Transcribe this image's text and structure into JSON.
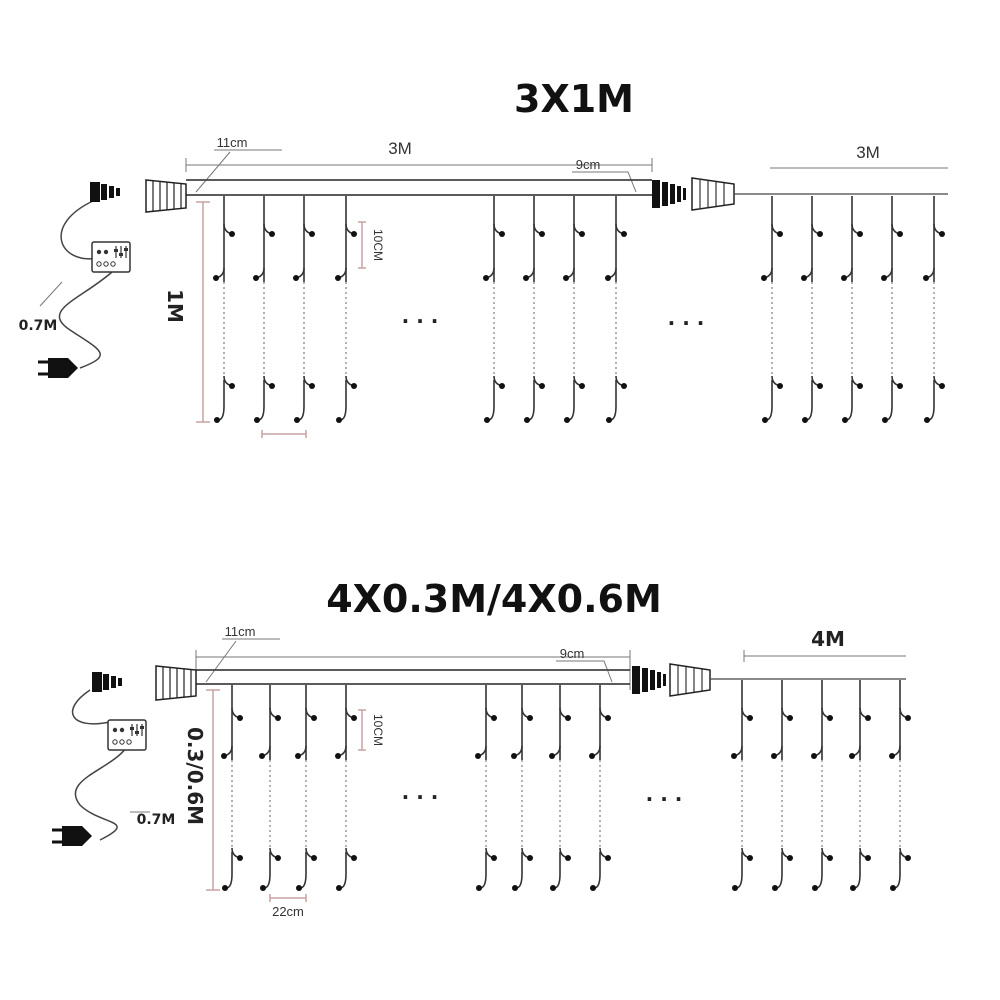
{
  "diagram_top": {
    "title": "3X1M",
    "label_11cm": "11cm",
    "label_length_main": "3M",
    "label_9cm": "9cm",
    "label_length_ext": "3M",
    "label_10cm": "10CM",
    "label_height": "1M",
    "label_cable": "0.7M",
    "ellipsis": "· · ·"
  },
  "diagram_bottom": {
    "title": "4X0.3M/4X0.6M",
    "label_11cm": "11cm",
    "label_9cm": "9cm",
    "label_length_ext": "4M",
    "label_10cm": "10CM",
    "label_height": "0.3/0.6M",
    "label_cable": "0.7M",
    "label_22cm": "22cm",
    "ellipsis": "· · ·"
  },
  "icons": [
    "plug-icon",
    "controller-icon",
    "connector-icon"
  ]
}
